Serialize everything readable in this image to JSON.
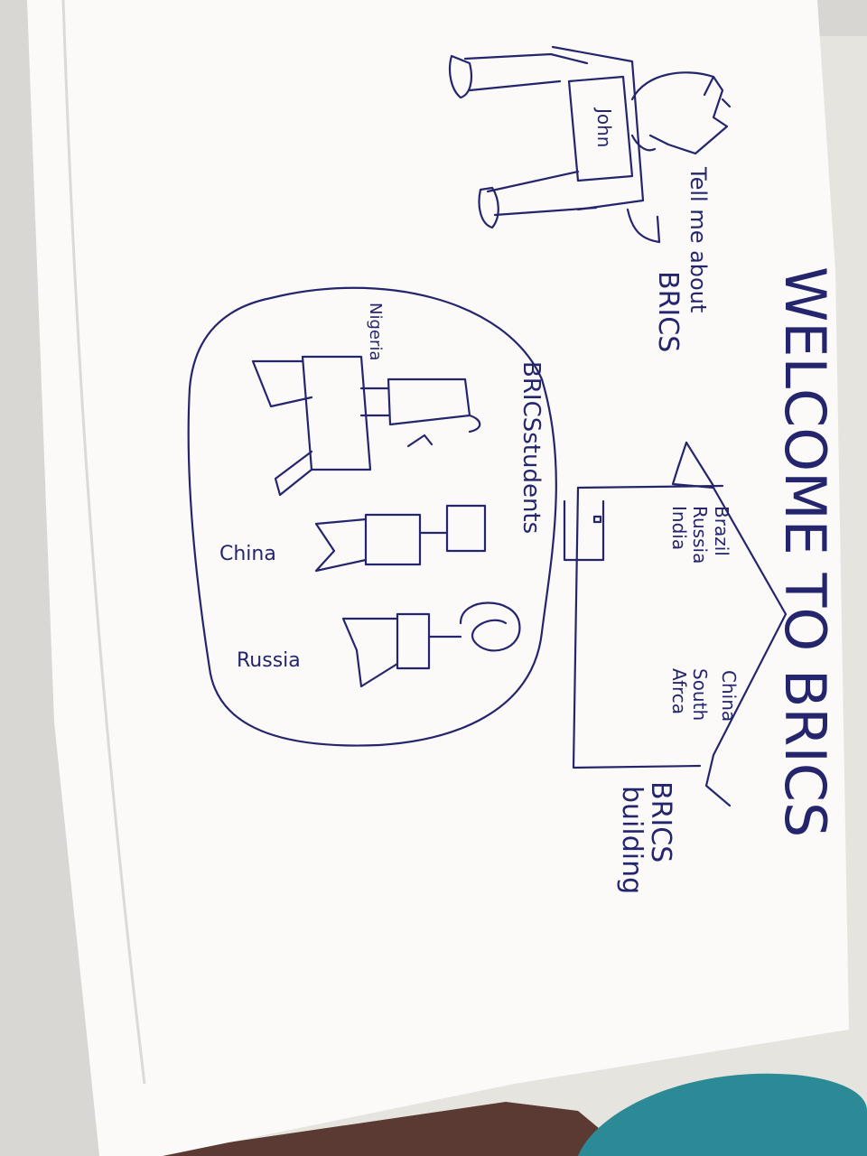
{
  "drawing": {
    "title": "WELCOME TO BRICS",
    "person_name": "John",
    "speech_line1": "Tell me about",
    "speech_line2": "BRICS",
    "building_countries": [
      "Brazil",
      "Russia",
      "India",
      "China",
      "South",
      "Afrca"
    ],
    "building_label_line1": "BRICS",
    "building_label_line2": "building",
    "students_label": "BRICSstudents",
    "student_labels": [
      "Nigeria",
      "China",
      "Russia"
    ]
  },
  "colors": {
    "ink": "#25256e",
    "paper": "#fbfaf8",
    "background": "#e9e7e3",
    "towel": "#2c8a96"
  }
}
